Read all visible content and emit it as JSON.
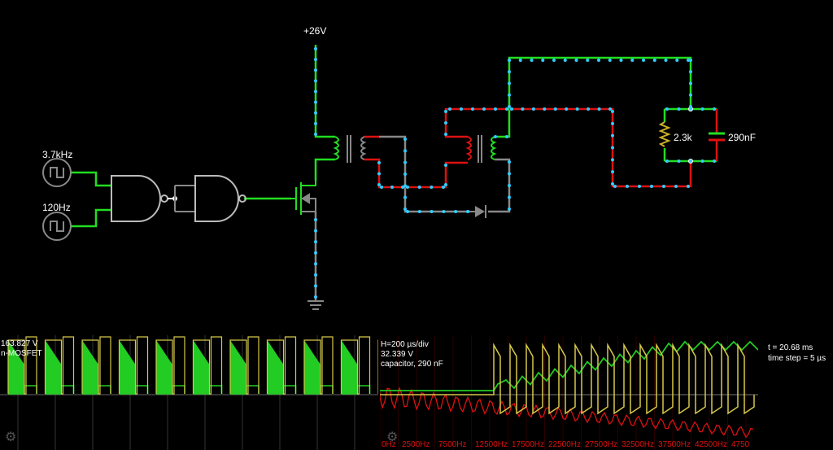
{
  "colors": {
    "background": "#000000",
    "wire_active": "#22dd22",
    "wire_negative": "#dd1111",
    "wire_neutral": "#888888",
    "current_dot": "#33ccff",
    "scope_green": "#22cc22",
    "scope_yellow": "#d6c84a",
    "scope_red": "#dd1111"
  },
  "circuit": {
    "supply_label": "+26V",
    "source1_label": "3.7kHz",
    "source2_label": "120Hz",
    "resistor_label": "2.3k",
    "capacitor_label": "290nF",
    "components": [
      "square-wave-source",
      "square-wave-source",
      "nand-gate",
      "nand-gate",
      "n-mosfet",
      "transformer",
      "transformer",
      "diode",
      "resistor",
      "capacitor",
      "ground"
    ]
  },
  "scope1": {
    "value_text": "163.827 V",
    "name_text": "n-MOSFET"
  },
  "scope2": {
    "scale_text": "H=200 µs/div",
    "value_text": "32.339 V",
    "name_text": "capacitor, 290 nF",
    "freq_labels": [
      "0Hz",
      "2500Hz",
      "7500Hz",
      "12500Hz",
      "17500Hz",
      "22500Hz",
      "27500Hz",
      "32500Hz",
      "37500Hz",
      "42500Hz",
      "4750"
    ]
  },
  "status": {
    "time_text": "t = 20.68 ms",
    "step_text": "time step = 5 µs"
  },
  "icons": [
    "gear-icon",
    "gear-icon"
  ]
}
